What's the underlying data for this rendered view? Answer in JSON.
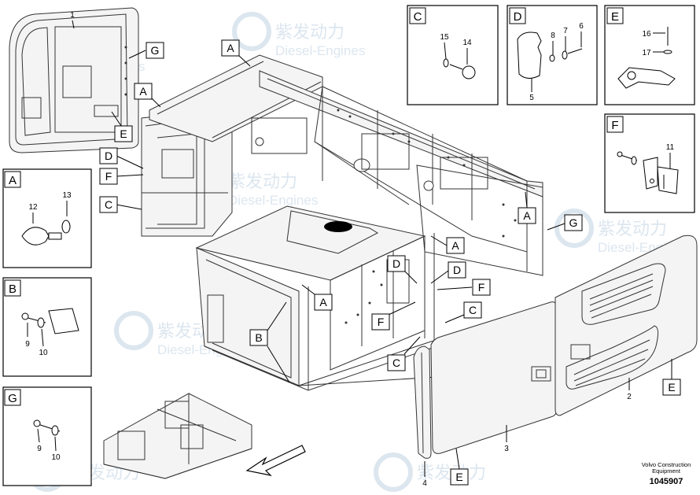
{
  "letters": {
    "a": "A",
    "b": "B",
    "c": "C",
    "d": "D",
    "e": "E",
    "f": "F",
    "g": "G"
  },
  "parts": {
    "p1": "1",
    "p2": "2",
    "p3": "3",
    "p4": "4",
    "p5": "5",
    "p6": "6",
    "p7": "7",
    "p8": "8",
    "p9": "9",
    "p10": "10",
    "p11": "11",
    "p12": "12",
    "p13": "13",
    "p14": "14",
    "p15": "15",
    "p16": "16",
    "p17": "17"
  },
  "footer": {
    "brand_line1": "Volvo Construction",
    "brand_line2": "Equipment",
    "drawing_number": "1045907"
  },
  "watermark": {
    "text_cn": "紫发动力",
    "text_en": "Diesel-Engines",
    "color": "#d9e4ee"
  },
  "colors": {
    "line": "#333333",
    "panel": "#f4f4f4",
    "background": "#ffffff"
  },
  "icons": {
    "direction_arrow": "arrow-down-left-icon"
  }
}
